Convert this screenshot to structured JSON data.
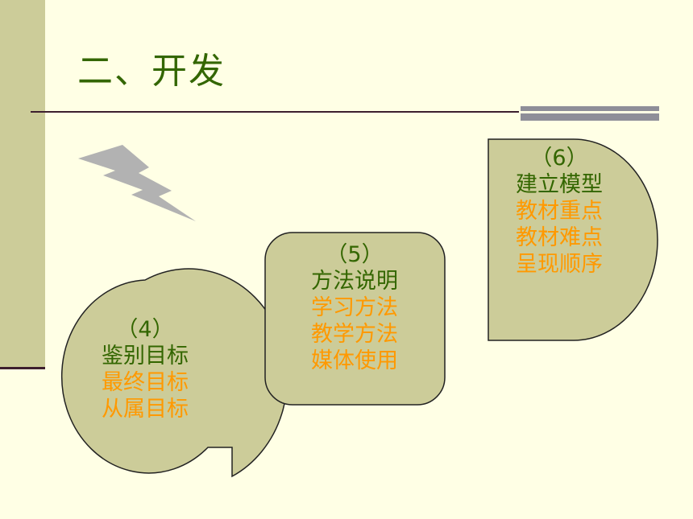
{
  "slide": {
    "title": "二、开发"
  },
  "callouts": [
    {
      "number": "（4）",
      "heading": "鉴别目标",
      "items": [
        "最终目标",
        "从属目标"
      ]
    },
    {
      "number": "（5）",
      "heading": "方法说明",
      "items": [
        "学习方法",
        "教学方法",
        "媒体使用"
      ]
    },
    {
      "number": "（6）",
      "heading": "建立模型",
      "items": [
        "教材重点",
        "教材难点",
        "呈现顺序"
      ]
    }
  ],
  "colors": {
    "background": "#FFFFE5",
    "side_bar": "#CCCC99",
    "shape_fill": "#CCCC99",
    "title_green": "#336600",
    "item_orange": "#FF9900",
    "lightning": "#B2B2B2"
  }
}
